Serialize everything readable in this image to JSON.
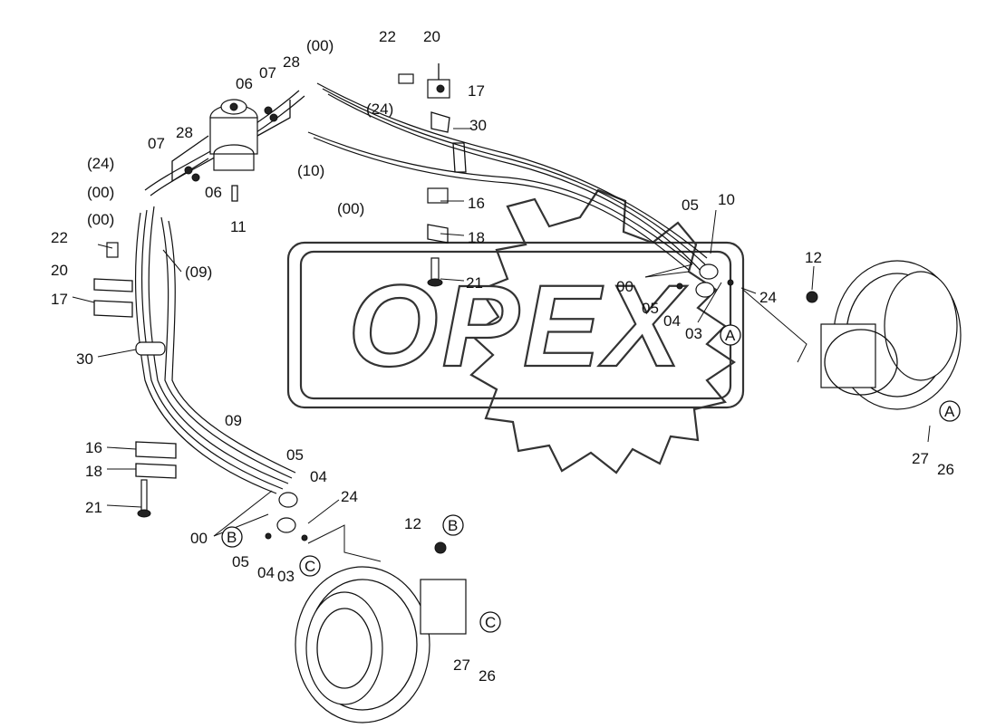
{
  "watermark": "OPEX",
  "labels": {
    "l_22_top": "22",
    "l_20_top": "20",
    "l_00_top": "(00)",
    "l_28_top": "28",
    "l_07_top": "07",
    "l_06_top": "06",
    "l_17_top": "17",
    "l_30_top": "30",
    "l_24_paren_top": "(24)",
    "l_28_left": "28",
    "l_07_left": "07",
    "l_24_paren_left": "(24)",
    "l_00_left1": "(00)",
    "l_06_mid": "06",
    "l_10_paren": "(10)",
    "l_00_left2": "(00)",
    "l_11": "11",
    "l_00_center": "(00)",
    "l_16_center": "16",
    "l_18_center": "18",
    "l_22_left": "22",
    "l_09_paren": "(09)",
    "l_20_left": "20",
    "l_17_left": "17",
    "l_21_center": "21",
    "l_05_right": "05",
    "l_10_right": "10",
    "l_12_right": "12",
    "l_00_right": "00",
    "l_05_right2": "05",
    "l_04_right": "04",
    "l_24_right": "24",
    "l_03_right": "03",
    "l_30_left": "30",
    "l_09_bottom": "09",
    "l_05_bottom": "05",
    "l_04_bottom": "04",
    "l_16_left": "16",
    "l_18_left": "18",
    "l_24_bottom": "24",
    "l_21_left": "21",
    "l_00_bottom": "00",
    "l_05_bottom2": "05",
    "l_04_bottom2": "04",
    "l_03_bottom": "03",
    "l_12_bottom": "12",
    "l_27_right": "27",
    "l_26_right": "26",
    "l_27_bottom": "27",
    "l_26_bottom": "26"
  },
  "callouts": {
    "a_right": "A",
    "a_right2": "A",
    "b_bottom": "B",
    "b_bottom2": "B",
    "c_bottom": "C",
    "c_bottom2": "C"
  }
}
